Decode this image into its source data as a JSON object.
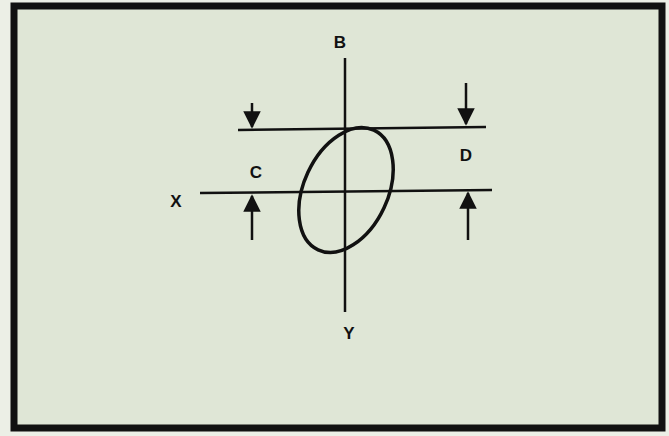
{
  "diagram": {
    "labels": [
      "B",
      "C",
      "X",
      "D",
      "Y"
    ]
  }
}
